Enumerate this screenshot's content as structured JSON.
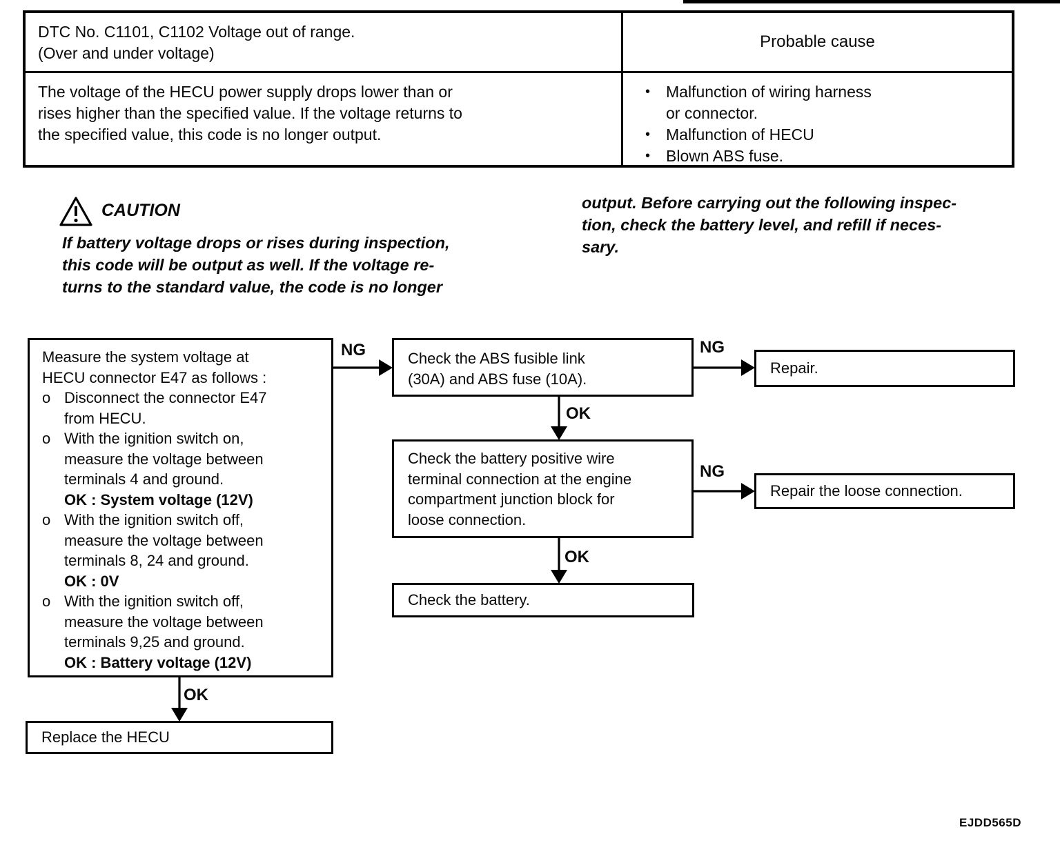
{
  "page": {
    "code": "EJDD565D"
  },
  "table": {
    "header_left": "DTC No.  C1101, C1102 Voltage out of range.\n(Over and under voltage)",
    "header_right": "Probable cause",
    "body_left": "The voltage of the HECU power supply drops lower than or\nrises higher than the specified value.  If the voltage returns to\nthe specified value, this code is no longer output.",
    "bullet": "•",
    "causes": [
      "Malfunction of wiring harness\nor connector.",
      "Malfunction of HECU",
      "Blown ABS fuse."
    ]
  },
  "caution": {
    "label": "CAUTION",
    "icon": "warning-triangle",
    "left_text": "If battery voltage drops or rises during inspection,\nthis code will be output as well.  If the voltage re-\nturns to the standard value, the code is no longer",
    "right_text": "output.  Before carrying out the following inspec-\ntion, check the battery level, and refill if neces-\nsary."
  },
  "flowchart": {
    "measure_box": {
      "heading": "Measure the system voltage at\nHECU connector E47 as follows :",
      "marker": "o",
      "items": [
        {
          "text": "Disconnect the connector E47\nfrom HECU.",
          "ok": ""
        },
        {
          "text": "With the ignition switch on,\nmeasure the voltage between\nterminals 4 and ground.",
          "ok": "OK : System voltage (12V)"
        },
        {
          "text": "With the ignition switch off,\nmeasure the voltage between\nterminals 8, 24 and ground.",
          "ok": "OK : 0V"
        },
        {
          "text": "With the ignition switch off,\nmeasure the voltage between\nterminals 9,25 and ground.",
          "ok": "OK : Battery voltage (12V)"
        }
      ]
    },
    "fusible_box": "Check the ABS fusible link\n(30A) and ABS fuse (10A).",
    "repair_box": "Repair.",
    "battery_wire_box": "Check the battery positive wire\nterminal connection at the engine\ncompartment junction block for\nloose connection.",
    "repair_loose_box": "Repair the loose connection.",
    "check_battery_box": "Check the battery.",
    "replace_box": "Replace the HECU",
    "labels": {
      "ng1": "NG",
      "ng2": "NG",
      "ng3": "NG",
      "ok1": "OK",
      "ok2": "OK",
      "ok3": "OK"
    }
  }
}
